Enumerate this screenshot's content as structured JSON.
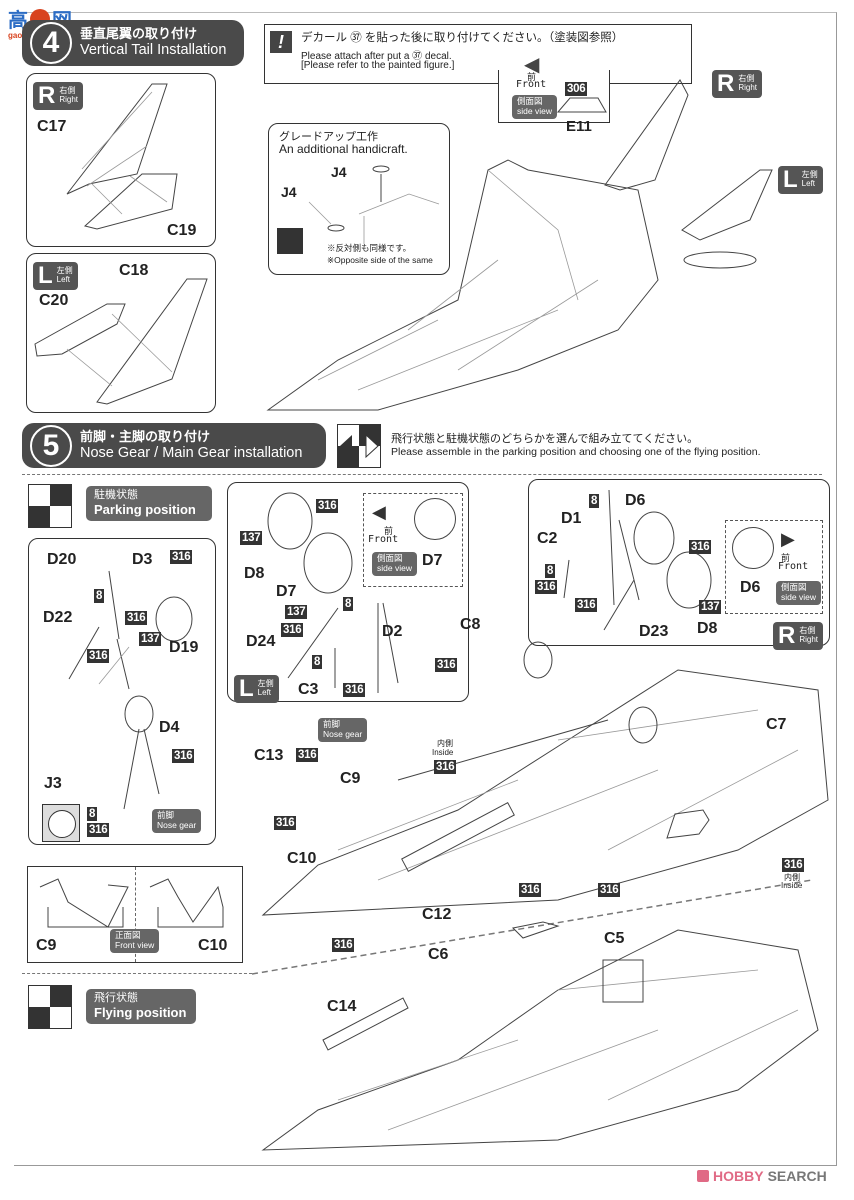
{
  "watermark_top": {
    "chars": "高 网",
    "url_text": "gao-shou.com"
  },
  "watermark_bottom": {
    "brand": "HOBBY SEARCH",
    "brand_part1": "HOBBY",
    "brand_part2": "SEARCH",
    "brand_color": "#e06a85"
  },
  "step4": {
    "number": "4",
    "title_jp": "垂直尾翼の取り付け",
    "title_en": "Vertical Tail Installation",
    "right_panel": {
      "side": "R",
      "side_jp": "右側",
      "side_en": "Right",
      "parts": [
        "C17",
        "C19"
      ]
    },
    "left_panel": {
      "side": "L",
      "side_jp": "左側",
      "side_en": "Left",
      "parts": [
        "C18",
        "C20"
      ]
    },
    "decal_note": {
      "jp": "デカール ㊲ を貼った後に取り付けてください。（塗装図参照）",
      "en1": "Please attach after put a ㊲ decal.",
      "en2": "[Please refer to the painted figure.]",
      "front_jp": "前",
      "front_en": "Front",
      "paint": "306",
      "part": "E11",
      "view_jp": "側面図",
      "view_en": "side view"
    },
    "upgrade_note": {
      "title_jp": "グレードアップ工作",
      "title_en": "An additional handicraft.",
      "parts": [
        "J4",
        "J4"
      ],
      "opp_jp": "※反対側も同様です。",
      "opp_en": "※Opposite side of the same"
    },
    "main_tags": [
      {
        "side": "R",
        "jp": "右側",
        "en": "Right"
      },
      {
        "side": "L",
        "jp": "左側",
        "en": "Left"
      }
    ]
  },
  "step5": {
    "number": "5",
    "title_jp": "前脚・主脚の取り付け",
    "title_en": "Nose Gear / Main Gear installation",
    "choice_jp": "飛行状態と駐機状態のどちらかを選んで組み立ててください。",
    "choice_en": "Please assemble in the parking position and choosing one of the flying position.",
    "parking": {
      "jp": "駐機状態",
      "en": "Parking position"
    },
    "flying": {
      "jp": "飛行状態",
      "en": "Flying position"
    },
    "nose_gear_box": {
      "parts": [
        "D20",
        "D3",
        "D22",
        "D19",
        "D4",
        "J3"
      ],
      "paints": [
        "316",
        "8",
        "316",
        "137",
        "316",
        "316"
      ],
      "swatch_paints": [
        "8",
        "316"
      ],
      "tag_jp": "前脚",
      "tag_en": "Nose gear"
    },
    "left_gear_box": {
      "parts": [
        "D8",
        "D7",
        "D24",
        "D2",
        "C3"
      ],
      "paints": [
        "137",
        "316",
        "137",
        "316",
        "8",
        "8",
        "316"
      ],
      "side": "L",
      "side_jp": "左側",
      "side_en": "Left",
      "side_view": {
        "front_jp": "前",
        "front_en": "Front",
        "part": "D7",
        "view_jp": "側面図",
        "view_en": "side view"
      }
    },
    "right_gear_box": {
      "parts": [
        "D1",
        "D6",
        "C2",
        "D23",
        "D8"
      ],
      "paints": [
        "8",
        "316",
        "8",
        "316",
        "316",
        "137"
      ],
      "side": "R",
      "side_jp": "右側",
      "side_en": "Right",
      "side_view": {
        "front_jp": "前",
        "front_en": "Front",
        "part": "D6",
        "view_jp": "側面図",
        "view_en": "side view"
      }
    },
    "front_view": {
      "parts": [
        "C9",
        "C10"
      ],
      "jp": "正面図",
      "en": "Front view"
    },
    "parking_assembly": {
      "parts": [
        "C8",
        "C13",
        "C9",
        "C10",
        "C12",
        "C7"
      ],
      "paints": [
        "316",
        "316",
        "316",
        "316",
        "316",
        "316",
        "316"
      ],
      "nose_tag_jp": "前脚",
      "nose_tag_en": "Nose gear",
      "inside_jp": "内側",
      "inside_en": "Inside"
    },
    "flying_assembly": {
      "parts": [
        "C6",
        "C5",
        "C14"
      ]
    }
  }
}
